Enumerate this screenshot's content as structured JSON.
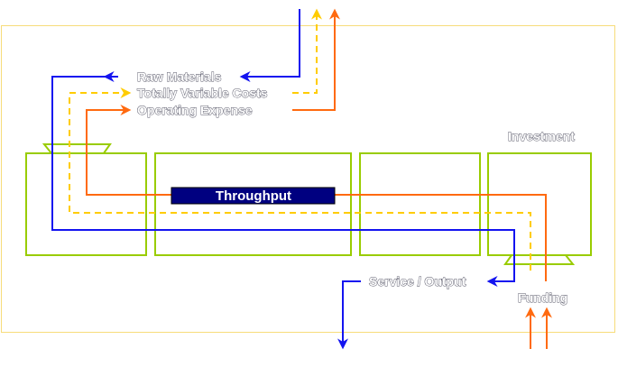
{
  "diagram": {
    "colors": {
      "frame": "#f7dc7a",
      "box": "#99cc00",
      "raw_materials": "#1414f0",
      "totally_variable_costs": "#ffcc00",
      "operating_expense": "#ff6a10",
      "throughput_fill": "#000080"
    },
    "labels": {
      "raw_materials": "Raw Materials",
      "totally_variable_costs": "Totally Variable Costs",
      "operating_expense": "Operating Expense",
      "investment": "Investment",
      "throughput": "Throughput",
      "service_output": "Service / Output",
      "funding": "Funding"
    },
    "legend": [
      {
        "name": "Raw Materials",
        "line_style": "solid",
        "color": "#1414f0"
      },
      {
        "name": "Totally Variable Costs",
        "line_style": "dashed",
        "color": "#ffcc00"
      },
      {
        "name": "Operating Expense",
        "line_style": "solid",
        "color": "#ff6a10"
      }
    ],
    "stages_count": 4
  }
}
